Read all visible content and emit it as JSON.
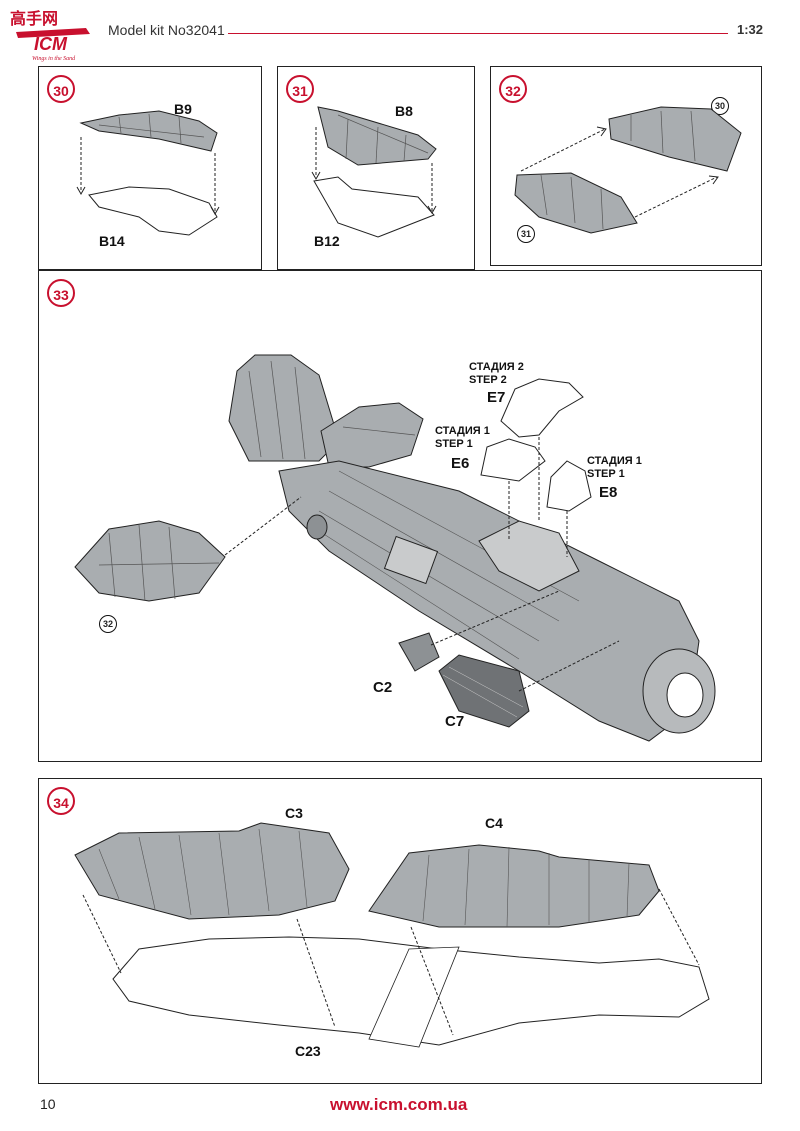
{
  "header": {
    "logo_text": "ICM",
    "logo_cn": "高手网",
    "logo_tagline": "Wings in the Sand",
    "kit_title": "Model kit No32041",
    "scale": "1:32"
  },
  "steps": [
    {
      "number": "30",
      "parts": [
        "B9",
        "B14"
      ]
    },
    {
      "number": "31",
      "parts": [
        "B8",
        "B12"
      ]
    },
    {
      "number": "32",
      "refs": [
        "30",
        "31"
      ]
    },
    {
      "number": "33",
      "ref": "32",
      "parts": [
        "E7",
        "E6",
        "E8",
        "C2",
        "C7"
      ],
      "stage_notes": {
        "e7_ru": "СТАДИЯ 2",
        "e7_en": "STEP 2",
        "e6_ru": "СТАДИЯ 1",
        "e6_en": "STEP 1",
        "e8_ru": "СТАДИЯ 1",
        "e8_en": "STEP 1"
      }
    },
    {
      "number": "34",
      "parts": [
        "C3",
        "C4",
        "C23"
      ]
    }
  ],
  "footer": {
    "page_number": "10",
    "url": "www.icm.com.ua"
  },
  "colors": {
    "accent": "#c8102e",
    "part_fill": "#a9adb0",
    "line": "#222222"
  }
}
